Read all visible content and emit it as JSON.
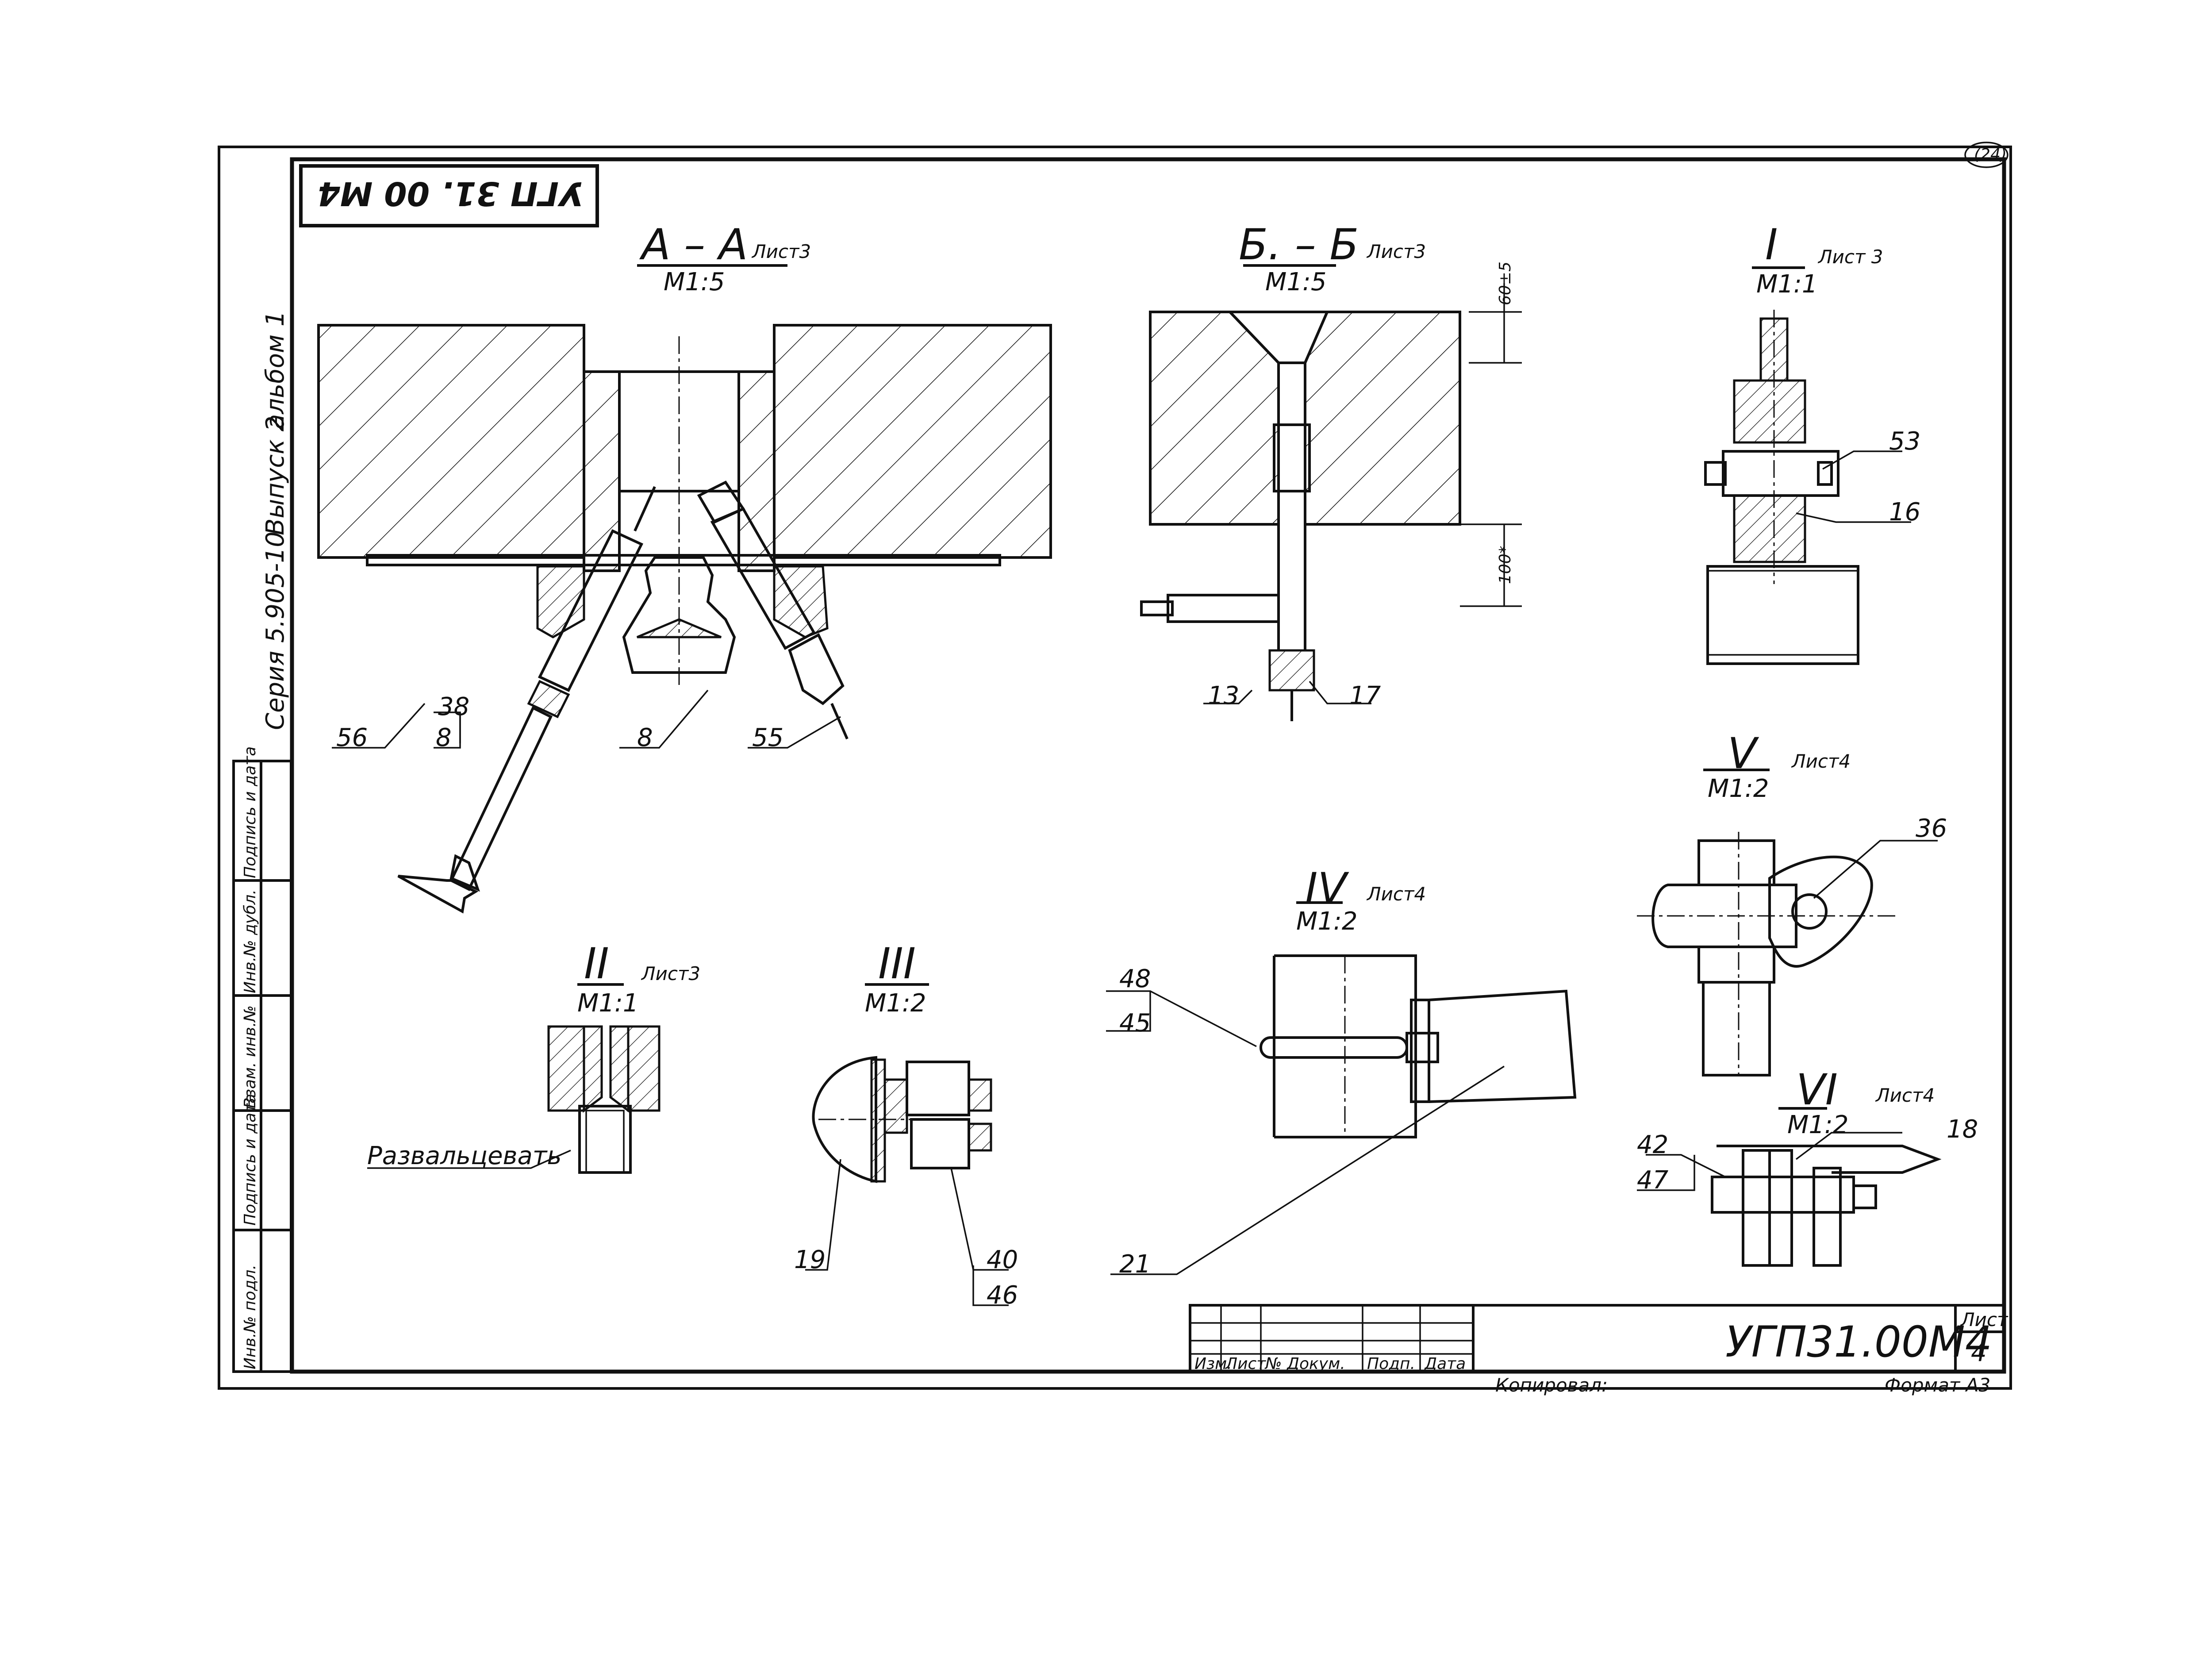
{
  "stamp": {
    "code": "УГП 31. 00 М4",
    "sheet_ref": "(24)"
  },
  "series": {
    "line1": "Серия 5.905-10",
    "line2": "Выпуск 2",
    "line3": "альбом 1"
  },
  "side_strip": {
    "cells": [
      "Инв.№ подл.",
      "Подпись и дата",
      "Взам. инв.№",
      "Инв.№ дубл.",
      "Подпись и дата"
    ]
  },
  "views": {
    "aa": {
      "name": "А – А",
      "sheet": "Лист3",
      "scale": "М1:5",
      "callouts": {
        "c38": "38",
        "c8a": "8",
        "c56": "56",
        "c8b": "8",
        "c55": "55"
      }
    },
    "bb": {
      "name": "Б. – Б",
      "sheet": "Лист3",
      "scale": "М1:5",
      "dims": {
        "top": "60±5",
        "bottom": "100*"
      },
      "callouts": {
        "c13": "13",
        "c17": "17"
      }
    },
    "i": {
      "name": "I",
      "sheet": "Лист 3",
      "scale": "М1:1",
      "callouts": {
        "c53": "53",
        "c16": "16"
      }
    },
    "ii": {
      "name": "II",
      "sheet": "Лист3",
      "scale": "М1:1",
      "note": "Развальцевать"
    },
    "iii": {
      "name": "III",
      "scale": "М1:2",
      "callouts": {
        "c19": "19",
        "c40": "40",
        "c46": "46"
      }
    },
    "iv": {
      "name": "IV",
      "sheet": "Лист4",
      "scale": "М1:2",
      "callouts": {
        "c48": "48",
        "c45": "45",
        "c21": "21"
      }
    },
    "v": {
      "name": "V",
      "sheet": "Лист4",
      "scale": "М1:2",
      "callouts": {
        "c36": "36"
      }
    },
    "vi": {
      "name": "VI",
      "sheet": "Лист4",
      "scale": "М1:2",
      "callouts": {
        "c42": "42",
        "c47": "47",
        "c18": "18"
      }
    }
  },
  "title_block": {
    "cols": [
      "Изм.",
      "Лист",
      "№ Докум.",
      "Подп.",
      "Дата"
    ],
    "designation": "УГП31.00М4",
    "sheet_label": "Лист",
    "sheet_no": "4",
    "copied": "Копировал:",
    "format": "Формат А3"
  }
}
